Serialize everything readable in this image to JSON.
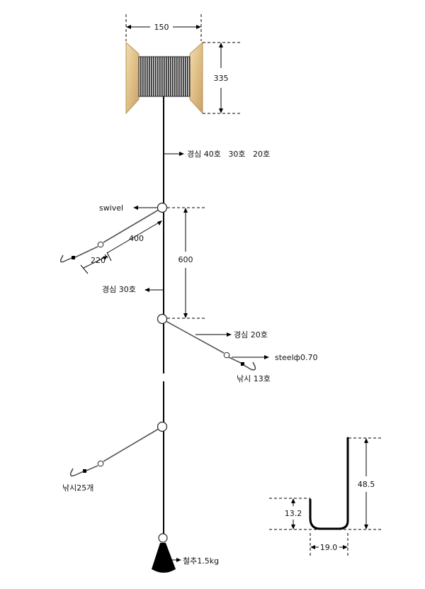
{
  "dimensions": {
    "spool_width": "150",
    "spool_height": "335",
    "dropper_spacing": "600",
    "dropper_length": "400",
    "snell_length": "220",
    "hook_height": "48.5",
    "hook_bend": "13.2",
    "hook_gap": "19.0"
  },
  "labels": {
    "main_line": "경심 40호   30호   20호",
    "swivel": "swivel",
    "main_mid": "경심 30호",
    "branch": "경심 20호",
    "steel": "steelф0.70",
    "hook_size": "낚시 13호",
    "hook_count": "낚시25개",
    "sinker": "철추1.5kg"
  },
  "colors": {
    "wood": "#e3c58f",
    "wood_grain": "#c9a66a",
    "line_winding": "#3a3a3a",
    "sinker": "#000000"
  }
}
